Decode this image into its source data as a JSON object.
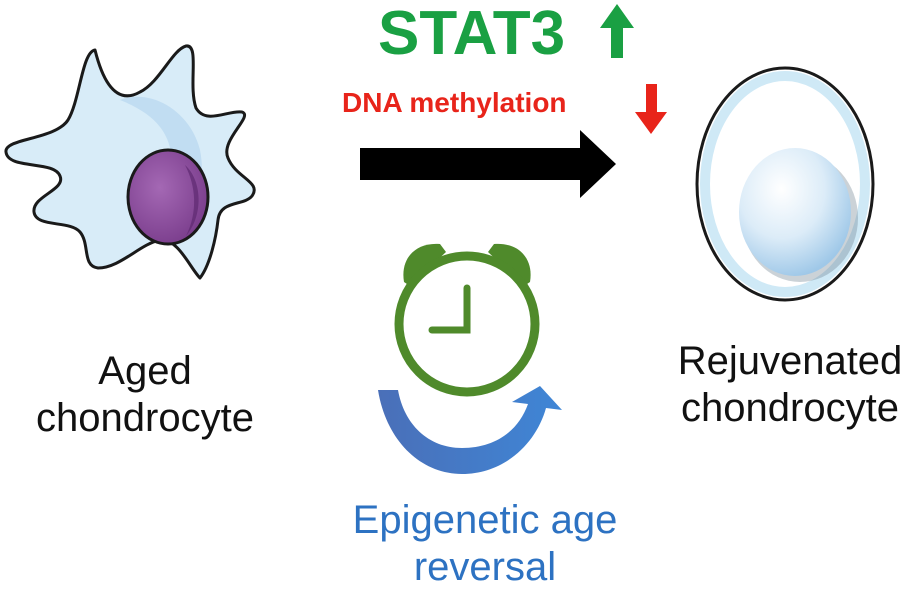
{
  "aged_cell": {
    "line1": "Aged",
    "line2": "chondrocyte",
    "cytoplasm_color": "#d8ecf8",
    "nucleus_color": "#8e4fa0"
  },
  "rejuvenated_cell": {
    "line1": "Rejuvenated",
    "line2": "chondrocyte",
    "membrane_color": "#cfe9f6",
    "nucleus_color": "#c7dff2"
  },
  "up_marker": {
    "label": "STAT3",
    "direction": "up",
    "icon": "up-arrow-icon",
    "color": "#1aa043"
  },
  "down_marker": {
    "label": "DNA methylation",
    "direction": "down",
    "icon": "down-arrow-icon",
    "color": "#e8241a"
  },
  "transition_arrow": {
    "icon": "right-arrow-icon",
    "color": "#000000"
  },
  "clock": {
    "icon": "alarm-clock-icon",
    "color": "#4f8a2b"
  },
  "reversal_arrow": {
    "icon": "curved-arrow-icon",
    "color": "#3e78c4"
  },
  "epigenetic_label": {
    "line1": "Epigenetic age",
    "line2": "reversal",
    "color": "#2d72c2"
  }
}
